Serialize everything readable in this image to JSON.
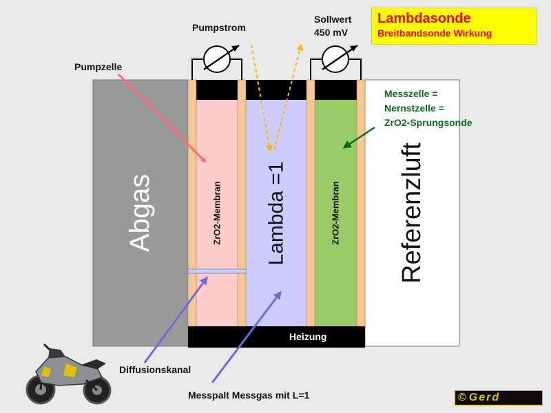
{
  "title": {
    "main": "Lambdasonde",
    "sub": "Breitbandsonde Wirkung"
  },
  "labels": {
    "pumpstrom": "Pumpstrom",
    "sollwert_line1": "Sollwert",
    "sollwert_line2": "450 mV",
    "pumpzelle": "Pumpzelle",
    "messzelle_line1": "Messzelle =",
    "messzelle_line2": "Nernstzelle =",
    "messzelle_line3": "ZrO2-Sprungsonde",
    "diffusionskanal": "Diffusionskanal",
    "messspalt": "Messpalt Messgas mit L=1"
  },
  "regions": {
    "abgas": "Abgas",
    "membran_left": "ZrO2-Membran",
    "lambda": "Lambda =1",
    "membran_right": "ZrO2-Membran",
    "referenzluft": "Referenzluft",
    "heizung": "Heizung"
  },
  "copyright": {
    "symbol": "©",
    "name": "Gerd"
  },
  "colors": {
    "background": "#e9e9e9",
    "abgas": "#999999",
    "electrode": "#f5c896",
    "pump_cell": "#ffcccc",
    "lambda_gap": "#ccccff",
    "nernst_cell": "#99cc66",
    "reference_air": "#ffffff",
    "heater": "#000000",
    "title_box": "#ffff00",
    "title_text": "#ee0000",
    "arrow_red": "#ff6b6b",
    "arrow_blue": "#6b6bdd",
    "arrow_green": "#0a6a1a",
    "arrow_dashed": "#f3b800"
  },
  "icons": [
    "ammeter-icon",
    "voltmeter-icon",
    "motorcycle-icon"
  ]
}
